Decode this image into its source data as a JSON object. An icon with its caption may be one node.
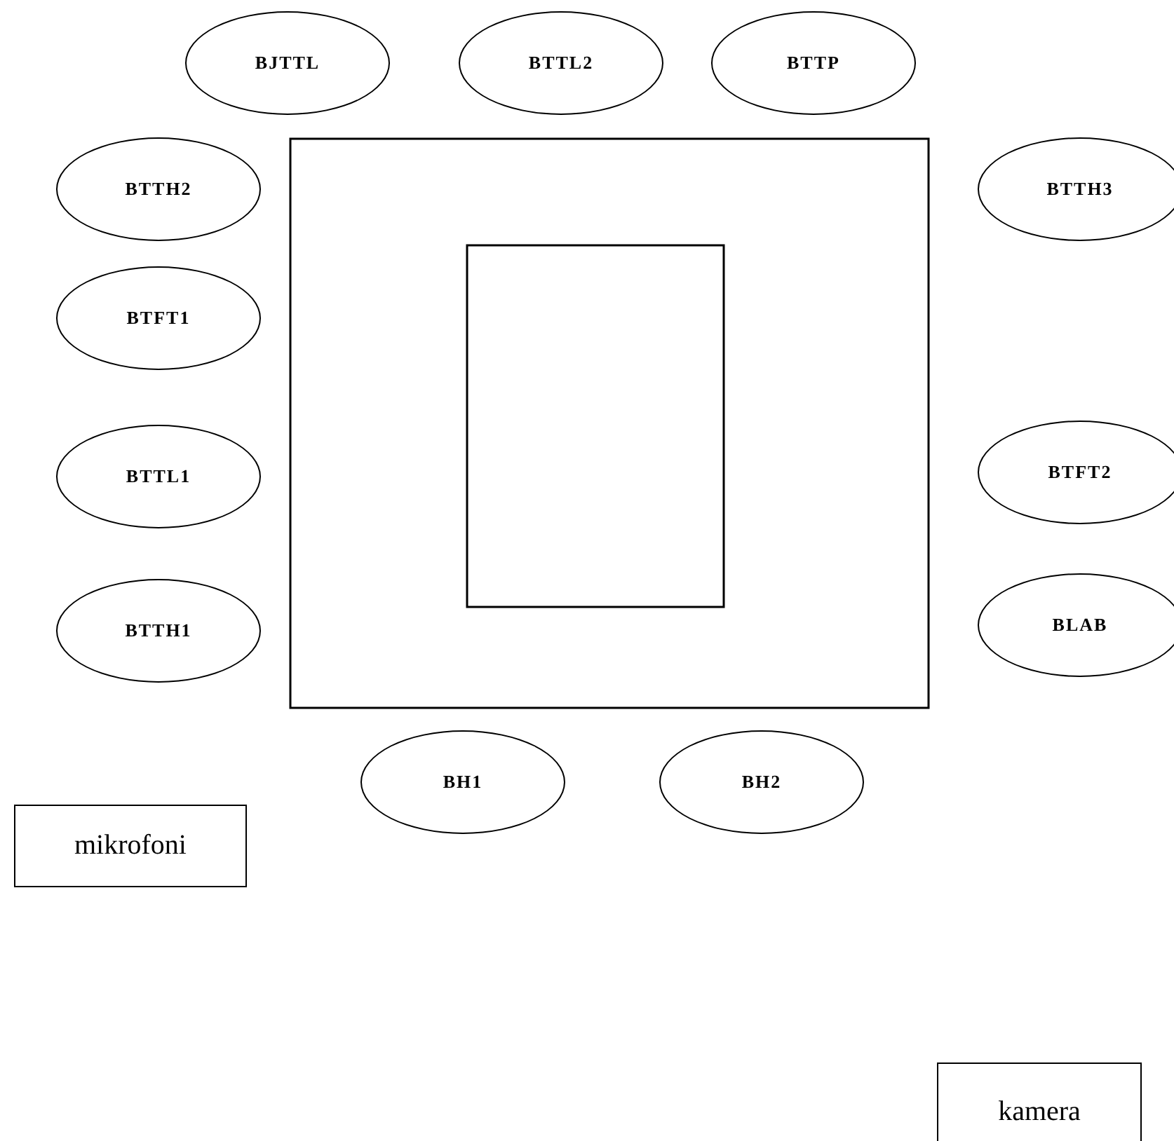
{
  "diagram": {
    "nodes": [
      {
        "text": [
          "BJTTL"
        ]
      },
      {
        "text": [
          "BTTL2"
        ]
      },
      {
        "text": [
          "BTTP"
        ]
      },
      {
        "text": [
          "BTTH2"
        ]
      },
      {
        "text": [
          "BTTH3"
        ]
      },
      {
        "text": [
          "BTFT1"
        ]
      },
      {
        "text": [
          "BTTL1"
        ]
      },
      {
        "text": [
          "BTFT2"
        ]
      },
      {
        "text": [
          "BTTH1"
        ]
      },
      {
        "text": [
          "BLAB"
        ]
      },
      {
        "text": [
          "BH1"
        ]
      },
      {
        "text": [
          "BH2"
        ]
      },
      {
        "text": [
          "mikrofoni"
        ]
      },
      {
        "text": [
          "kamera"
        ]
      }
    ]
  }
}
